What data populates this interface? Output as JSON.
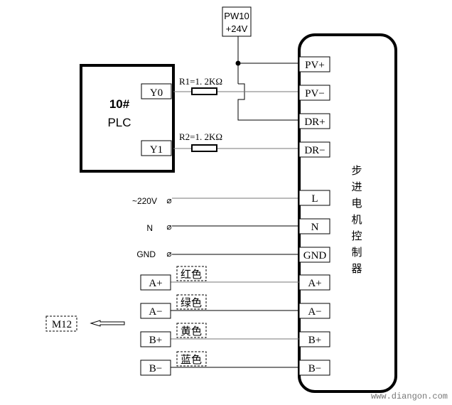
{
  "power_supply": {
    "line1": "PW10",
    "line2": "+24V"
  },
  "plc": {
    "line1": "10#",
    "line2": "PLC",
    "outputs": [
      "Y0",
      "Y1"
    ]
  },
  "resistors": [
    "R1=1. 2KΩ",
    "R2=1. 2KΩ"
  ],
  "mains": {
    "labels": [
      "~220V",
      "N",
      "GND"
    ],
    "terminal_symbol": "⌀"
  },
  "controller": {
    "title_chars": [
      "步",
      "进",
      "电",
      "机",
      "控",
      "制",
      "器"
    ],
    "terminals": [
      "PV+",
      "PV−",
      "DR+",
      "DR−",
      "L",
      "N",
      "GND",
      "A+",
      "A−",
      "B+",
      "B−"
    ]
  },
  "motor": {
    "label": "M12",
    "terminals": [
      "A+",
      "A−",
      "B+",
      "B−"
    ],
    "wire_colors": [
      "红色",
      "绿色",
      "黄色",
      "蓝色"
    ]
  },
  "watermark": "www.diangon.com"
}
